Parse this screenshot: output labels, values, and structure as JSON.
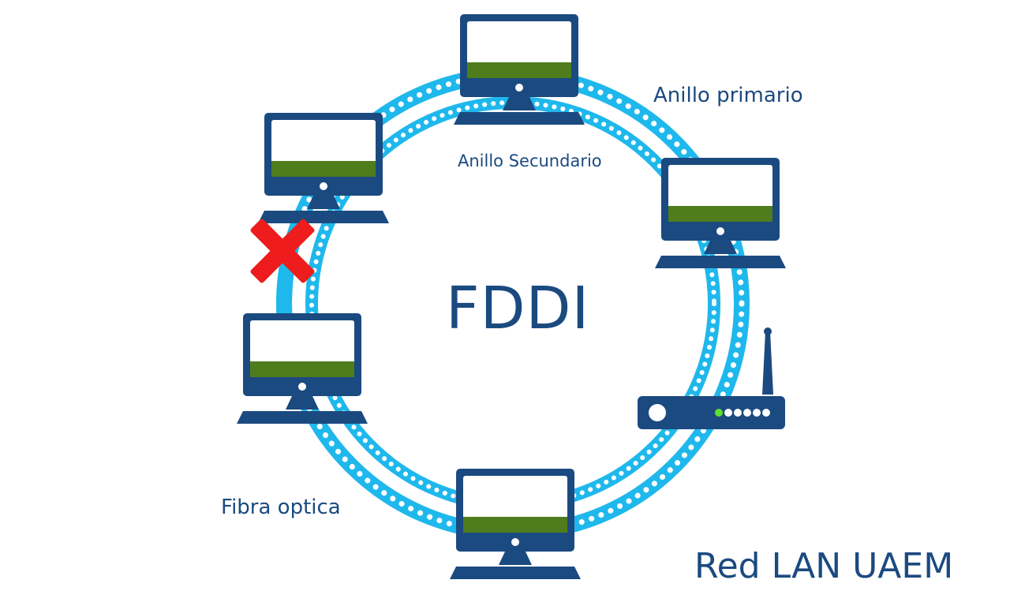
{
  "diagram": {
    "title": "FDDI",
    "footer": "Red LAN UAEM",
    "labels": {
      "primary_ring": "Anillo primario",
      "secondary_ring": "Anillo Secundario",
      "fiber": "Fibra optica"
    },
    "colors": {
      "ring": "#1fb8ec",
      "ring_dot": "#ffffff",
      "device": "#1b4a80",
      "screen": "#ffffff",
      "screen_bar": "#4f7c1c",
      "fault_mark": "#ee1c1c",
      "router_led_active": "#5ee02a",
      "text": "#1b4a80"
    },
    "nodes": [
      {
        "id": "pc-top",
        "type": "computer",
        "name": "top"
      },
      {
        "id": "pc-right",
        "type": "computer",
        "name": "right"
      },
      {
        "id": "router",
        "type": "router",
        "name": "router",
        "leds": 6,
        "active_leds": 1
      },
      {
        "id": "pc-bottom",
        "type": "computer",
        "name": "bottom"
      },
      {
        "id": "pc-lower-left",
        "type": "computer",
        "name": "lower-left"
      },
      {
        "id": "pc-upper-left",
        "type": "computer",
        "name": "upper-left"
      }
    ],
    "fault": {
      "between": [
        "pc-upper-left",
        "pc-lower-left"
      ],
      "ring": "primary",
      "symbol": "X"
    }
  }
}
